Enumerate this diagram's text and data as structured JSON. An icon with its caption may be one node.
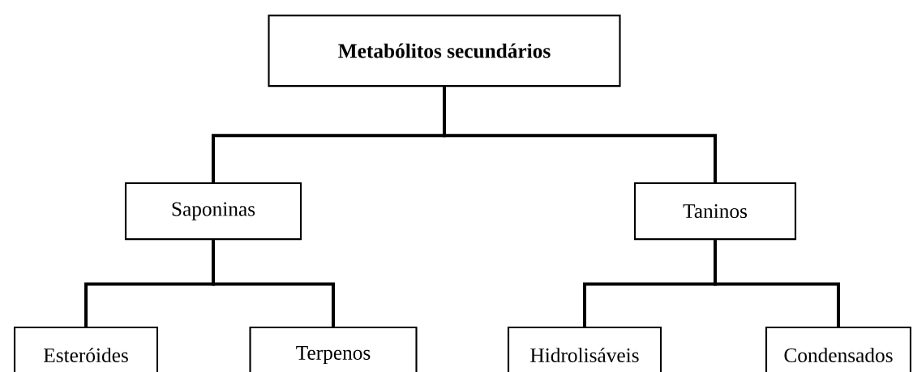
{
  "diagram": {
    "nodes": [
      {
        "text": [
          "Metabólitos secundários"
        ]
      },
      {
        "text": [
          "Saponinas"
        ]
      },
      {
        "text": [
          "Taninos"
        ]
      },
      {
        "text": [
          "Esteróides"
        ]
      },
      {
        "text": [
          "Terpenos"
        ]
      },
      {
        "text": [
          "Hidrolisáveis"
        ]
      },
      {
        "text": [
          "Condensados"
        ]
      }
    ],
    "edges": [
      {
        "from": 0,
        "to": 1,
        "arrow": "none"
      },
      {
        "from": 0,
        "to": 2,
        "arrow": "none"
      },
      {
        "from": 1,
        "to": 3,
        "arrow": "none"
      },
      {
        "from": 1,
        "to": 4,
        "arrow": "none"
      },
      {
        "from": 2,
        "to": 5,
        "arrow": "none"
      },
      {
        "from": 2,
        "to": 6,
        "arrow": "none"
      }
    ]
  }
}
